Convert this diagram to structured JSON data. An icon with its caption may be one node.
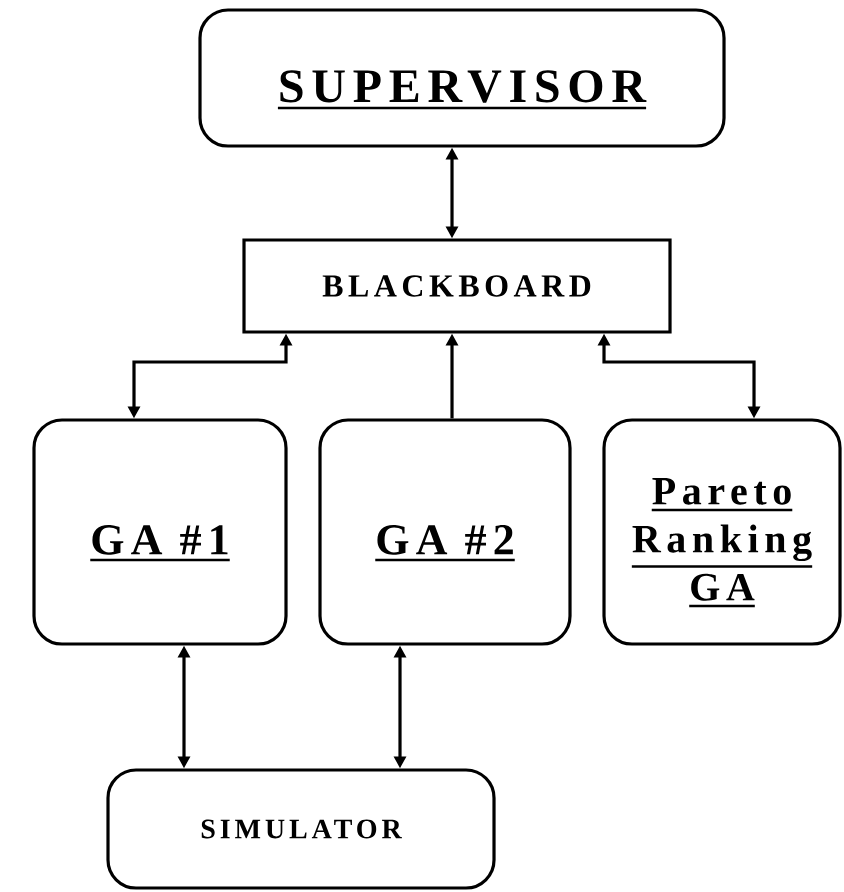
{
  "diagram": {
    "nodes": [
      {
        "text": [
          "SUPERVISOR"
        ]
      },
      {
        "text": [
          "BLACKBOARD"
        ]
      },
      {
        "text": [
          "GA #1"
        ]
      },
      {
        "text": [
          "GA #2"
        ]
      },
      {
        "text": [
          "Pareto Ranking GA"
        ]
      },
      {
        "text": [
          "SIMULATOR"
        ]
      }
    ],
    "edges": [
      {
        "from": 0,
        "to": 1,
        "arrow": "both"
      },
      {
        "from": 1,
        "to": 2,
        "arrow": "both"
      },
      {
        "from": 3,
        "to": 1,
        "arrow": "to"
      },
      {
        "from": 1,
        "to": 4,
        "arrow": "both"
      },
      {
        "from": 2,
        "to": 5,
        "arrow": "both"
      },
      {
        "from": 3,
        "to": 5,
        "arrow": "both"
      }
    ]
  }
}
